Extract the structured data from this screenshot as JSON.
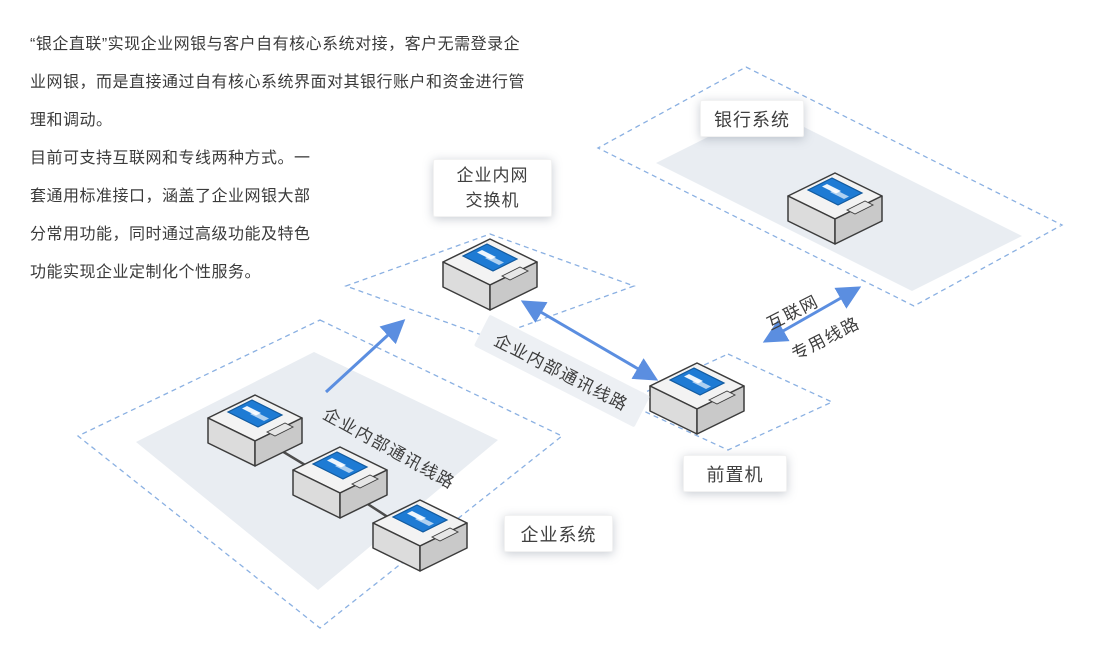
{
  "intro": {
    "paragraph1": "“银企直联”实现企业网银与客户自有核心系统对接，客户无需登录企业网银，而是直接通过自有核心系统界面对其银行账户和资金进行管理和调动。",
    "paragraph2": "目前可支持互联网和专线两种方式。一套通用标准接口，涵盖了企业网银大部分常用功能，同时通过高级功能及特色功能实现企业定制化个性服务。"
  },
  "nodes": {
    "bank_system": {
      "label": "银行系统"
    },
    "intranet_switch": {
      "label_line1": "企业内网",
      "label_line2": "交换机"
    },
    "front_end": {
      "label": "前置机"
    },
    "enterprise_system": {
      "label": "企业系统"
    }
  },
  "edges": {
    "enterprise_internal_line_left": "企业内部通讯线路",
    "enterprise_internal_line_mid": "企业内部通讯线路",
    "internet": "互联网",
    "dedicated_line": "专用线路"
  },
  "icons": {
    "bank_server": "bank-server-icon",
    "switch": "switch-server-icon",
    "front_end": "frontend-server-icon",
    "enterprise_computers": "enterprise-computer-icon"
  },
  "colors": {
    "dashed_outline": "#8ab0e2",
    "region_fill": "#e9edf2",
    "arrow_blue": "#5b8ee0",
    "screen_blue": "#1e7bd4",
    "text_dark": "#3b3b3b"
  }
}
